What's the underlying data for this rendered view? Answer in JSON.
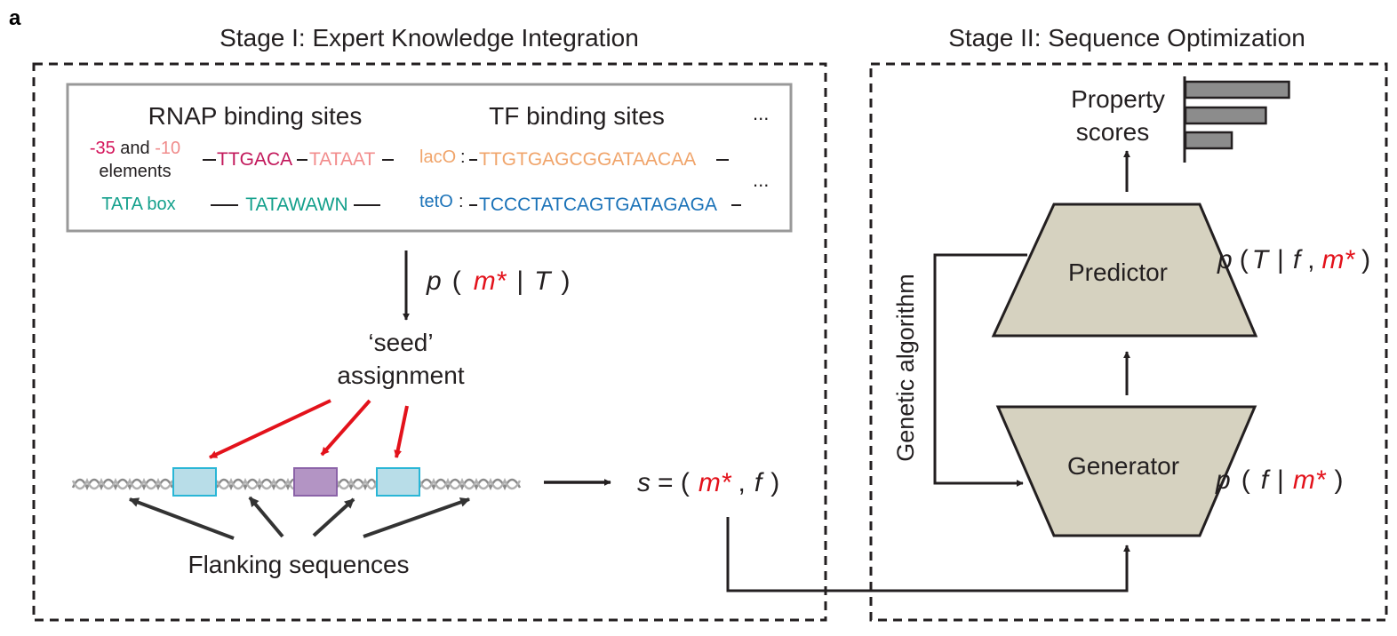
{
  "panel_label": "a",
  "stage1": {
    "title": "Stage I: Expert Knowledge Integration",
    "rnap_header": "RNAP binding sites",
    "tf_header": "TF binding sites",
    "ellipsis_top": "...",
    "ellipsis_mid": "...",
    "minus35": "-35",
    "and_word": " and ",
    "minus10": "-10",
    "elements": "elements",
    "ttgaca": "TTGACA",
    "tataat": "TATAAT",
    "tata_box": "TATA box",
    "tatawawn": "TATAWAWN",
    "laco_label": "lacO",
    "laco_seq": "TTGTGAGCGGATAACAA",
    "teto_label": "tetO",
    "teto_seq": "TCCCTATCAGTGATAGAGA",
    "prob_p": "p",
    "prob_open": "(",
    "prob_m": "m*",
    "prob_bar": "|",
    "prob_t": "T",
    "prob_close": ")",
    "seed_line1": "‘seed’",
    "seed_line2": "assignment",
    "flanking": "Flanking sequences",
    "s_label": "s",
    "s_eq": "= (",
    "s_m": "m*",
    "s_comma": ",",
    "s_f": "f",
    "s_close": ")"
  },
  "stage2": {
    "title": "Stage II: Sequence Optimization",
    "property_line1": "Property",
    "property_line2": "scores",
    "property_bars": [
      0.85,
      0.66,
      0.38
    ],
    "predictor": "Predictor",
    "generator": "Generator",
    "genetic": "Genetic algorithm",
    "pred_p": "p",
    "pred_open": "(",
    "pred_t": "T",
    "pred_bar": "|",
    "pred_f": "f",
    "pred_comma": ",",
    "pred_m": "m*",
    "pred_close": ")",
    "gen_p": "p",
    "gen_open": "(",
    "gen_f": "f",
    "gen_bar": "|",
    "gen_m": "m*",
    "gen_close": ")"
  },
  "colors": {
    "minus35": "#d4145a",
    "minus10": "#f08c8c",
    "ttgaca": "#c2185b",
    "tataat": "#f28c8c",
    "tata": "#14a08c",
    "laco": "#f0a46a",
    "teto": "#1a72b8",
    "red": "#e3121b",
    "box_fill": "#d6d2c0",
    "blue_box": "#b8dde8",
    "blue_box_stroke": "#29b6d6",
    "purple_box": "#b394c4",
    "purple_box_stroke": "#8b63a8",
    "bar_fill": "#8c8c8c"
  }
}
